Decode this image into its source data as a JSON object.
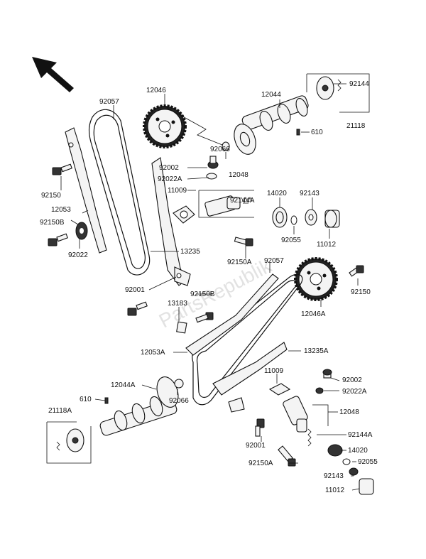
{
  "watermark": "PartsRepublik",
  "labels": {
    "l12046": "12046",
    "l92057a": "92057",
    "l12044": "12044",
    "l92144a": "92144",
    "l21118": "21118",
    "l610a": "610",
    "l92150a": "92150",
    "l12053": "12053",
    "l92150B": "92150B",
    "l92022": "92022",
    "l92002a": "92002",
    "l92022A": "92022A",
    "l11009a": "11009",
    "l12048a": "12048",
    "l92066a": "92066",
    "l92144A": "92144A",
    "l14020a": "14020",
    "l92143a": "92143",
    "l92055a": "92055",
    "l11012a": "11012",
    "l13235": "13235",
    "l92150A": "92150A",
    "l92057b": "92057",
    "l92001a": "92001",
    "l92150Bb": "92150B",
    "l13183": "13183",
    "l92150b": "92150",
    "l12046A": "12046A",
    "l12053A": "12053A",
    "l13235A": "13235A",
    "l11009b": "11009",
    "l92002b": "92002",
    "l92022Ab": "92022A",
    "l12044A": "12044A",
    "l610b": "610",
    "l92066b": "92066",
    "l12048b": "12048",
    "l21118A": "21118A",
    "l92144Ab": "92144A",
    "l92001b": "92001",
    "l14020b": "14020",
    "l92150Ab": "92150A",
    "l92055b": "92055",
    "l92143b": "92143",
    "l11012b": "11012"
  }
}
